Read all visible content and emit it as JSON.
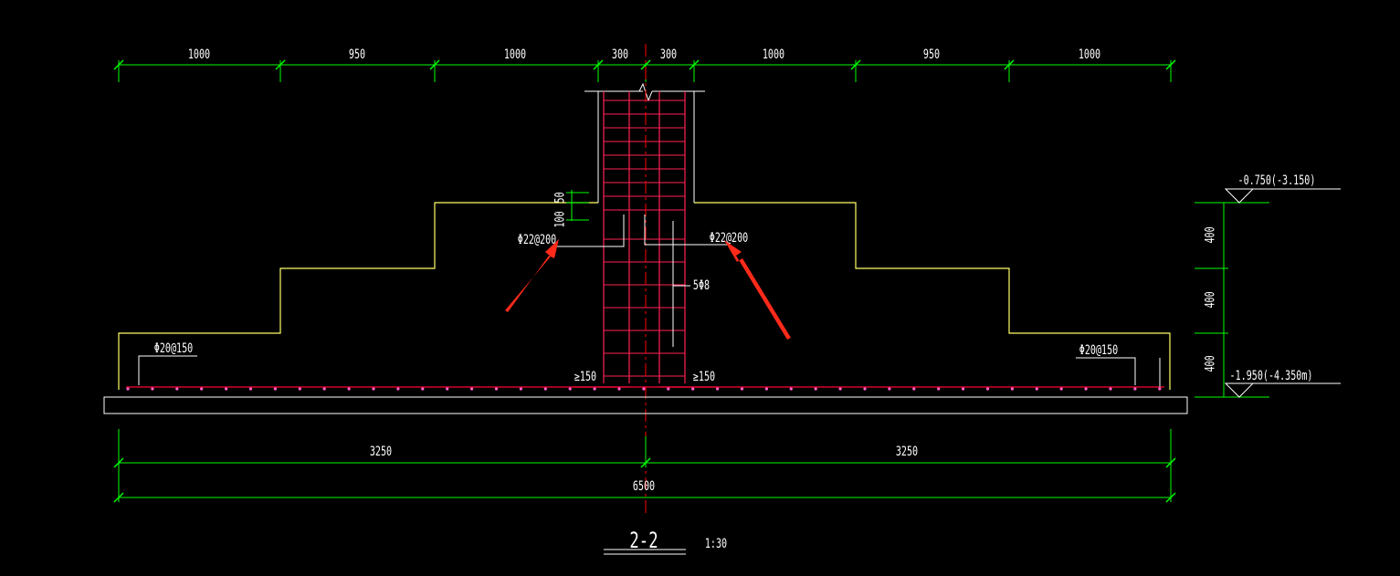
{
  "colors": {
    "background": "#000000",
    "dimension": "#00ff00",
    "outline": "#ffff66",
    "rebar": "#ff0033",
    "stirrup": "#ff2255",
    "leader": "#ffffff",
    "centerline": "#ff0000",
    "arrow": "#ff2a1a",
    "dot": "#ff66cc",
    "text": "#ffffff"
  },
  "top_dimensions": [
    "1000",
    "950",
    "1000",
    "300",
    "300",
    "1000",
    "950",
    "1000"
  ],
  "bottom_dimensions": {
    "left_half": "3250",
    "right_half": "3250",
    "total": "6500"
  },
  "elevation": {
    "top_level": "-0.750(-3.150)",
    "bottom_level": "-1.950(-4.350m)",
    "segments": [
      "400",
      "400",
      "400"
    ]
  },
  "column": {
    "dim_50": "50",
    "dim_100": "100"
  },
  "rebar_labels": {
    "left_dowel": "Φ22@200",
    "right_dowel": "Φ22@200",
    "stirrup": "5Φ8",
    "left_bottom": "Φ20@150",
    "right_bottom": "Φ20@150",
    "left_anchor": "≥150",
    "right_anchor": "≥150"
  },
  "section": {
    "name": "2-2",
    "scale": "1:30"
  }
}
